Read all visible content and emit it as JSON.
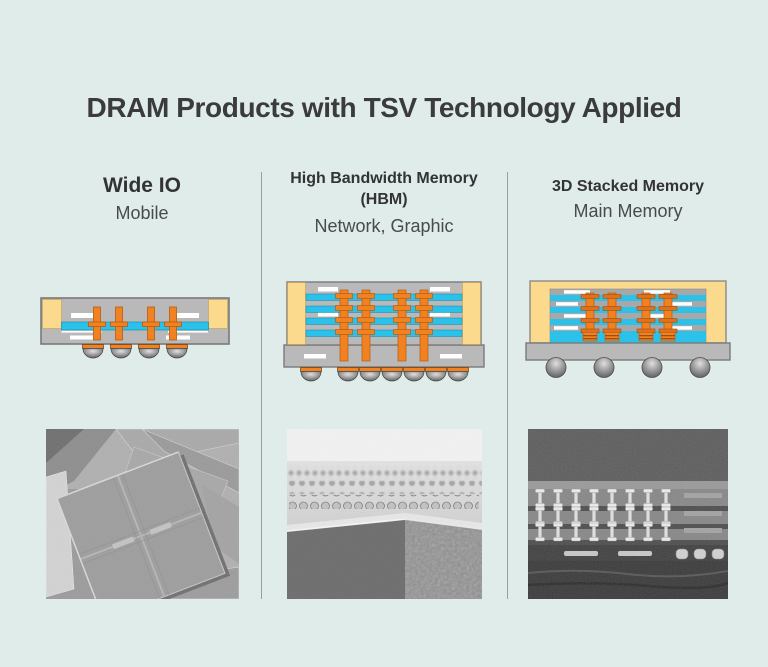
{
  "page": {
    "title": "DRAM Products with TSV Technology Applied"
  },
  "columns": [
    {
      "title": "Wide IO",
      "subtitle": "Mobile"
    },
    {
      "title": "High Bandwidth Memory",
      "title2": "(HBM)",
      "subtitle": "Network, Graphic"
    },
    {
      "title": "3D Stacked Memory",
      "subtitle": "Main Memory"
    }
  ],
  "colors": {
    "background": "#dfecea",
    "heading_text": "#3b3b3b",
    "column_title_text": "#333333",
    "subtitle_text": "#4a4a4a",
    "divider": "#93a19f",
    "diagram_gray": "#b9b9b9",
    "diagram_border": "#7a7a7a",
    "diagram_yellow": "#fbd98d",
    "diagram_cyan": "#2bc1e8",
    "diagram_orange": "#f08222",
    "diagram_white": "#ffffff"
  }
}
